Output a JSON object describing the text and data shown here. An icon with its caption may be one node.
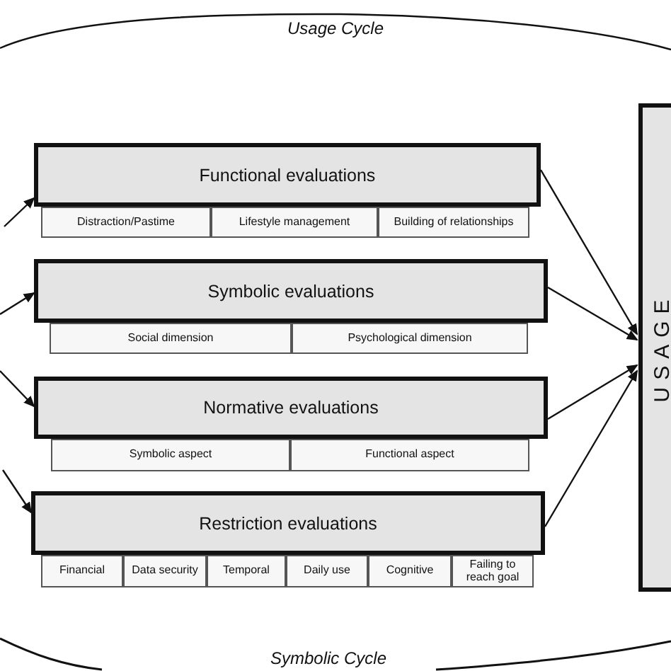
{
  "diagram": {
    "nodes": [
      {
        "text": [
          "Functional evaluations"
        ]
      },
      {
        "text": [
          "Distraction/Pastime"
        ]
      },
      {
        "text": [
          "Lifestyle management"
        ]
      },
      {
        "text": [
          "Building of relationships"
        ]
      },
      {
        "text": [
          "Symbolic evaluations"
        ]
      },
      {
        "text": [
          "Social dimension"
        ]
      },
      {
        "text": [
          "Psychological dimension"
        ]
      },
      {
        "text": [
          "Normative evaluations"
        ]
      },
      {
        "text": [
          "Symbolic aspect"
        ]
      },
      {
        "text": [
          "Functional aspect"
        ]
      },
      {
        "text": [
          "Restriction evaluations"
        ]
      },
      {
        "text": [
          "Financial"
        ]
      },
      {
        "text": [
          "Data security"
        ]
      },
      {
        "text": [
          "Temporal"
        ]
      },
      {
        "text": [
          "Daily use"
        ]
      },
      {
        "text": [
          "Cognitive"
        ]
      },
      {
        "text": [
          "Failing to reach goal"
        ]
      },
      {
        "text": [
          "USAGE"
        ]
      }
    ],
    "edges": [
      {
        "from": null,
        "to": 0,
        "arrow": "to"
      },
      {
        "from": null,
        "to": 4,
        "arrow": "to"
      },
      {
        "from": null,
        "to": 7,
        "arrow": "to"
      },
      {
        "from": null,
        "to": 10,
        "arrow": "to"
      },
      {
        "from": 0,
        "to": 17,
        "arrow": "to"
      },
      {
        "from": 4,
        "to": 17,
        "arrow": "to"
      },
      {
        "from": 7,
        "to": 17,
        "arrow": "to"
      },
      {
        "from": 10,
        "to": 17,
        "arrow": "to"
      }
    ],
    "labels": [
      "Usage Cycle",
      "Symbolic Cycle"
    ]
  }
}
